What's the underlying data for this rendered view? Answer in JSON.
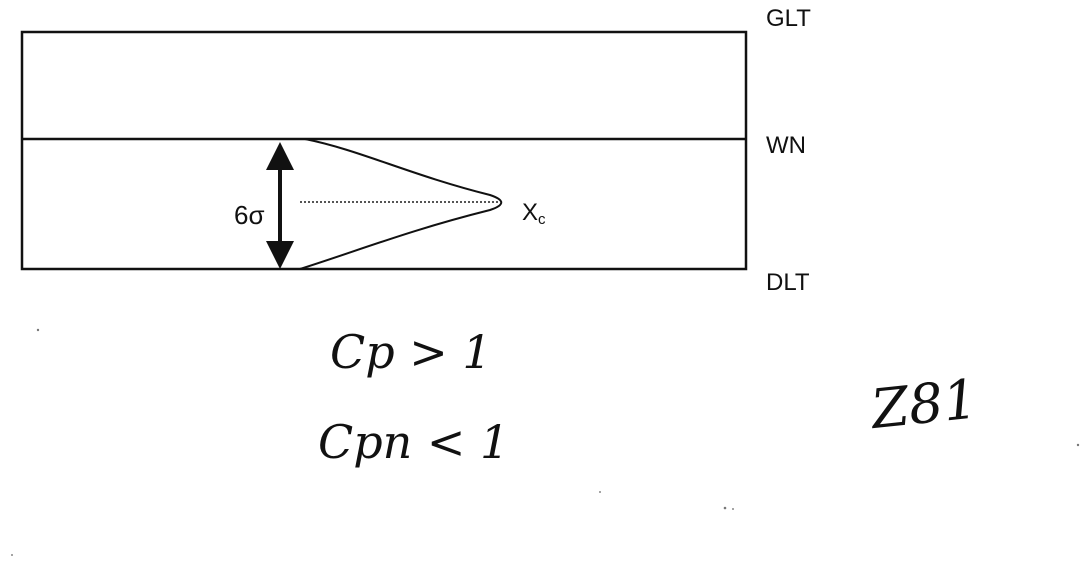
{
  "labels": {
    "glt": "GLT",
    "wn": "WN",
    "dlt": "DLT",
    "spread": "6σ",
    "center": "X",
    "center_sub": "c"
  },
  "handwriting": {
    "line1": "Cp > 1",
    "line2": "Cpn < 1",
    "figure_number": "Z81"
  },
  "colors": {
    "ink": "#111111",
    "background": "#ffffff",
    "dotted": "#555555"
  }
}
